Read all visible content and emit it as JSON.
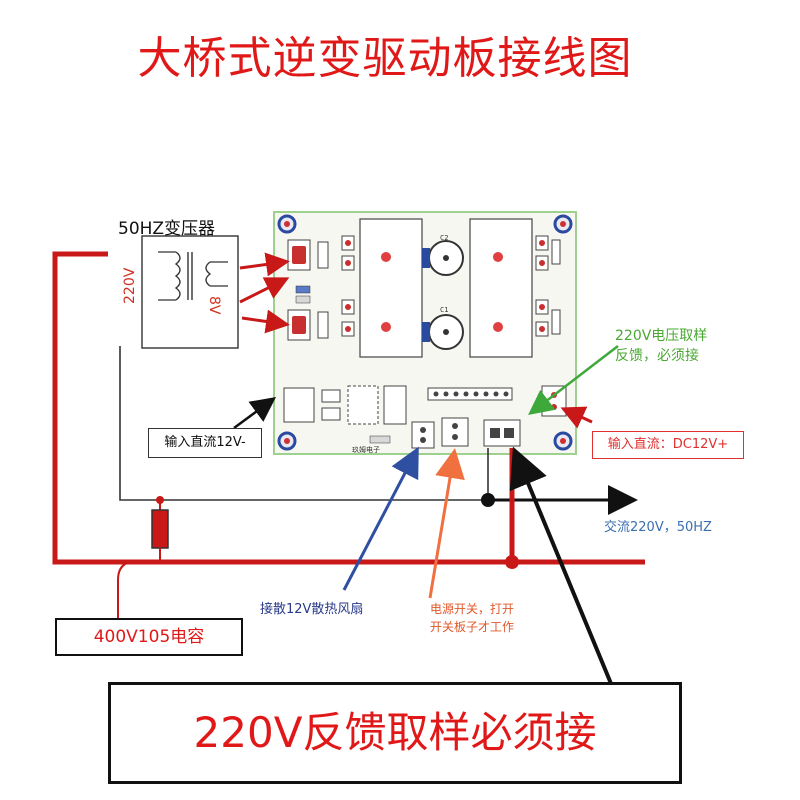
{
  "title": "大桥式逆变驱动板接线图",
  "labels": {
    "transformer": "50HZ变压器",
    "primary_voltage": "220V",
    "secondary_voltage": "8V",
    "dc_minus": "输入直流12V-",
    "dc_plus": "输入直流：DC12V+",
    "feedback_green": "220V电压取样\n反馈，必须接",
    "ac_output": "交流220V，50HZ",
    "fan": "接散12V散热风扇",
    "power_switch": "电源开关，打开\n开关板子才工作",
    "capacitor": "400V105电容",
    "feedback_bottom": "220V反馈取样必须接"
  },
  "board": {
    "cap_c1": "C1",
    "cap_c2": "C2",
    "maker": "玖姆电子"
  },
  "colors": {
    "title": "#e01818",
    "wire_red": "#c81818",
    "arrow_green": "#3fa83a",
    "arrow_blue": "#2f4fa0",
    "arrow_orange": "#f07040",
    "board_bg": "#f7f7f2",
    "board_border": "#9ed08e"
  }
}
